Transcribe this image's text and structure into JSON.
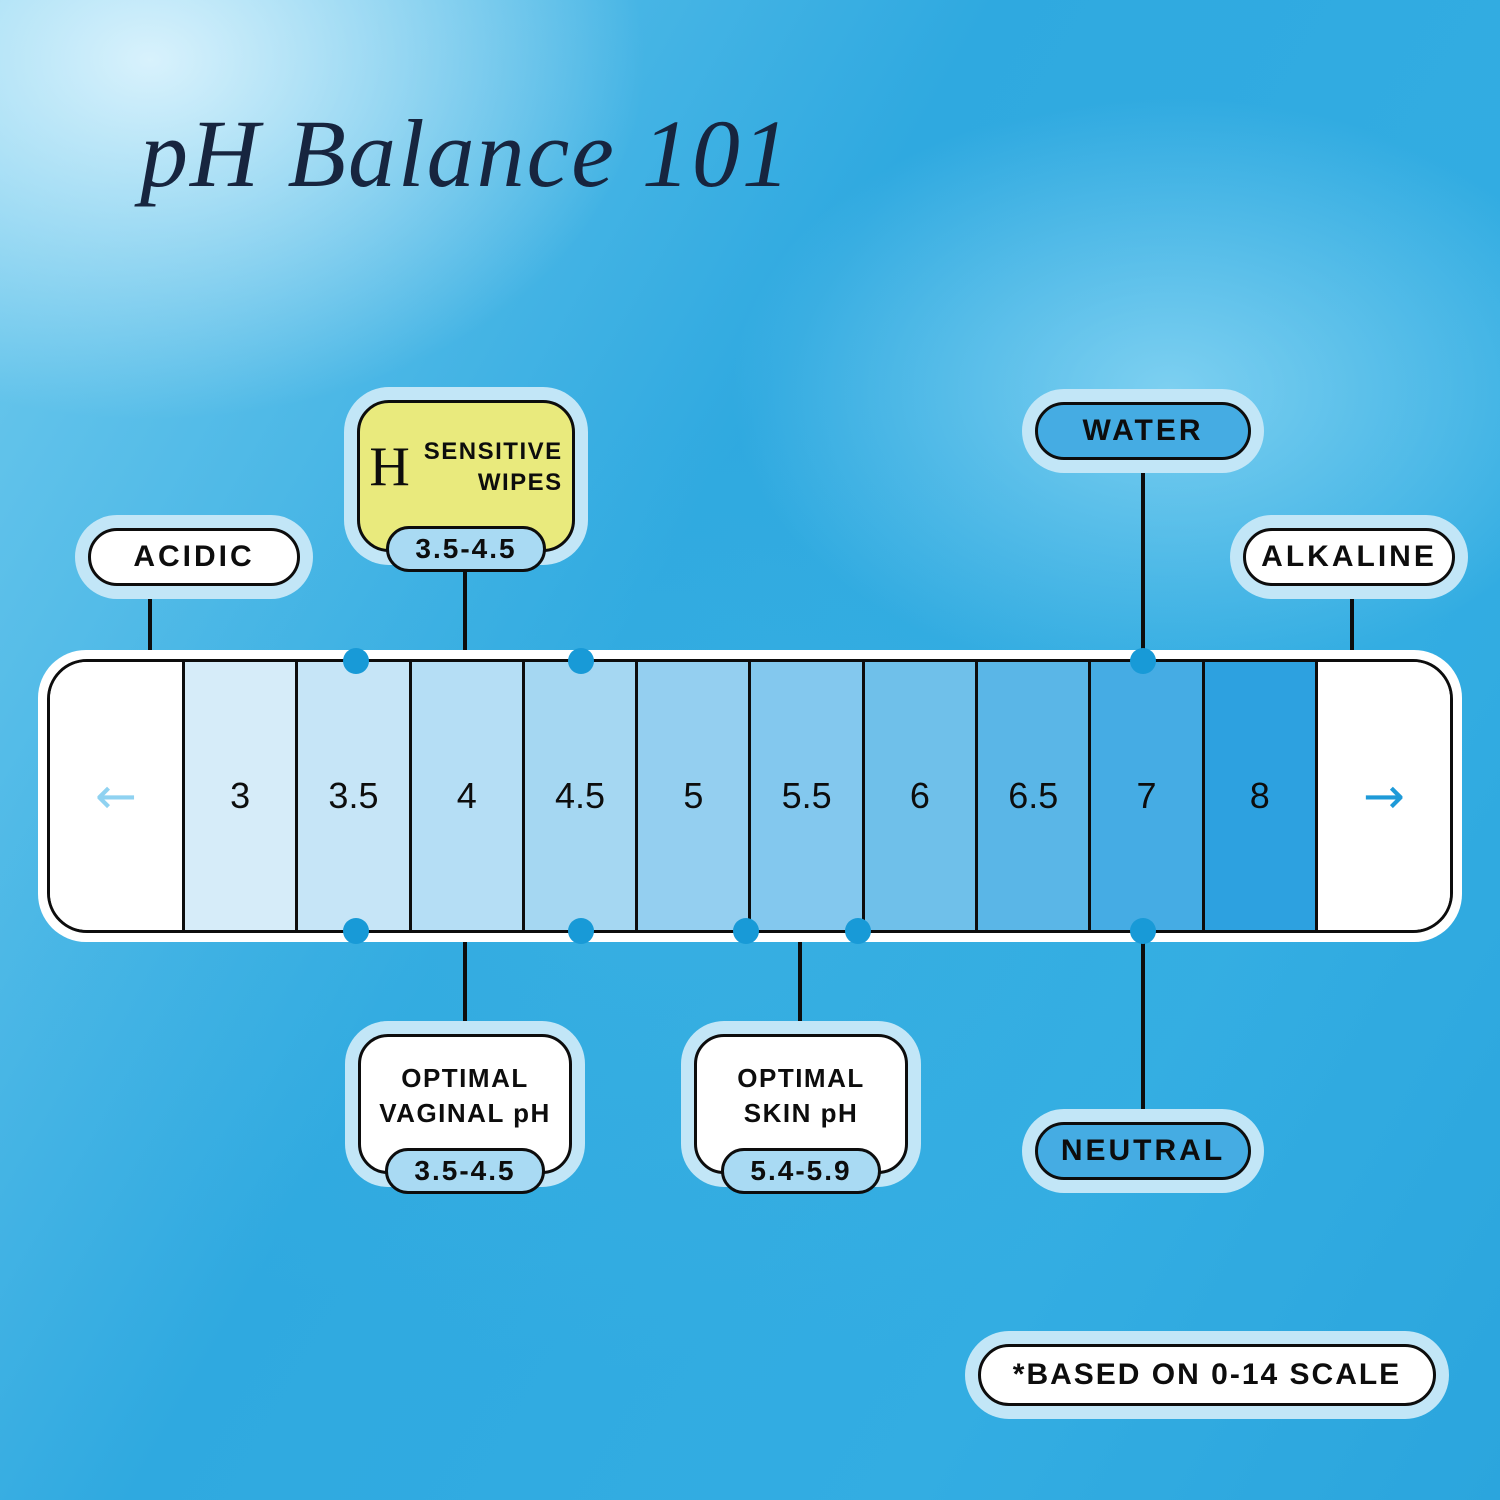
{
  "title": "pH Balance 101",
  "footnote": "*BASED ON 0-14 SCALE",
  "scale": {
    "left_arrow": "←",
    "right_arrow": "→",
    "segments": [
      {
        "label": "3",
        "color": "#d6ecf9"
      },
      {
        "label": "3.5",
        "color": "#c6e5f7"
      },
      {
        "label": "4",
        "color": "#b5def5"
      },
      {
        "label": "4.5",
        "color": "#a5d7f2"
      },
      {
        "label": "5",
        "color": "#94cff0"
      },
      {
        "label": "5.5",
        "color": "#83c8ee"
      },
      {
        "label": "6",
        "color": "#6fc0ea"
      },
      {
        "label": "6.5",
        "color": "#5ab6e7"
      },
      {
        "label": "7",
        "color": "#45ace4"
      },
      {
        "label": "8",
        "color": "#2da1e0"
      }
    ]
  },
  "callouts": {
    "acidic": {
      "label": "ACIDIC"
    },
    "alkaline": {
      "label": "ALKALINE"
    },
    "water": {
      "label": "WATER"
    },
    "neutral": {
      "label": "NEUTRAL"
    },
    "sensitive_wipes": {
      "brand_letter": "H",
      "name_line1": "SENSITIVE",
      "name_line2": "WIPES",
      "range": "3.5-4.5"
    },
    "optimal_vaginal": {
      "line1": "OPTIMAL",
      "line2": "VAGINAL pH",
      "range": "3.5-4.5"
    },
    "optimal_skin": {
      "line1": "OPTIMAL",
      "line2": "SKIN pH",
      "range": "5.4-5.9"
    }
  },
  "colors": {
    "title_text": "#17253f",
    "pill_blue": "#45ace3",
    "range_pill_blue": "#a9daf3",
    "wipes_yellow": "#e9ea7d",
    "halo": "#c2e6f7",
    "dot": "#189ad7",
    "left_arrow": "#8fd2f1",
    "right_arrow": "#1e9ad8"
  }
}
